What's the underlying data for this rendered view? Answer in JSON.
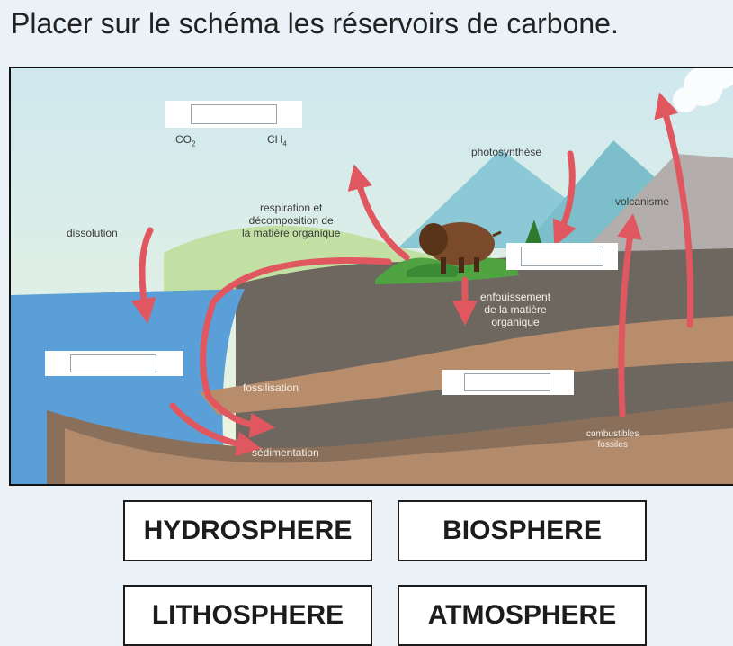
{
  "title": "Placer sur le schéma les réservoirs de carbone.",
  "diagram": {
    "gas_labels": {
      "co2": "CO",
      "co2_sub": "2",
      "ch4": "CH",
      "ch4_sub": "4"
    },
    "labels": {
      "photosynthese": "photosynthèse",
      "volcanisme": "volcanisme",
      "respiration_1": "respiration et",
      "respiration_2": "décomposition de",
      "respiration_3": "la matière organique",
      "dissolution": "dissolution",
      "enfouissement_1": "enfouissement",
      "enfouissement_2": "de la matière",
      "enfouissement_3": "organique",
      "fossilisation": "fossilisation",
      "sedimentation": "sédimentation",
      "combustibles_1": "combustibles",
      "combustibles_2": "fossiles"
    },
    "colors": {
      "sky": "#dbeef3",
      "ocean": "#5b9fd8",
      "arrow": "#e0575f",
      "ground_dark": "#6e6760",
      "ground_tan": "#b88d6b",
      "vegetation": "#4fa441"
    }
  },
  "cards": [
    {
      "id": "hydrosphere",
      "label": "HYDROSPHERE"
    },
    {
      "id": "biosphere",
      "label": "BIOSPHERE"
    },
    {
      "id": "lithosphere",
      "label": "LITHOSPHERE"
    },
    {
      "id": "atmosphere",
      "label": "ATMOSPHERE"
    }
  ]
}
